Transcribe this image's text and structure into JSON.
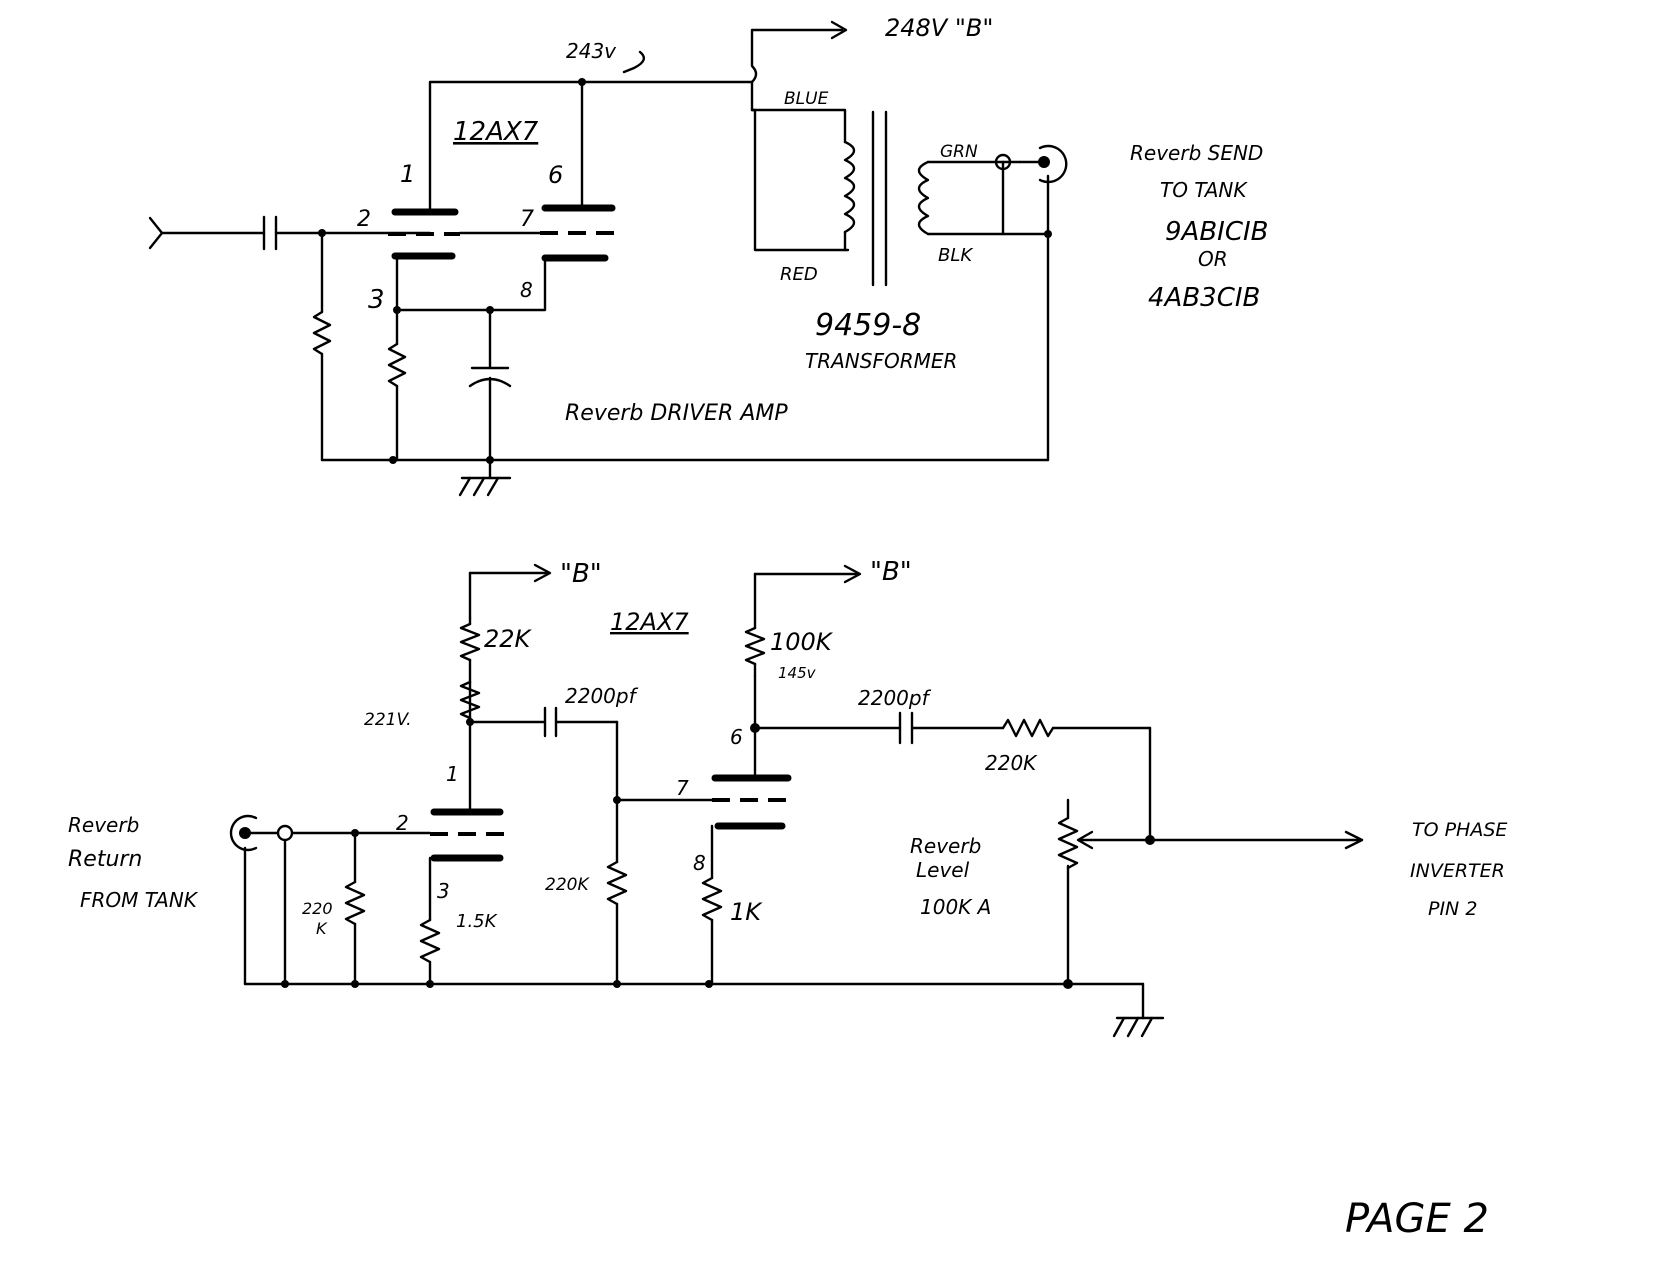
{
  "page_label": "PAGE 2",
  "top_circuit": {
    "caption": "Reverb DRIVER AMP",
    "tube": "12AX7",
    "supply_label": "248V \"B\"",
    "plate_voltage": "243v",
    "pins": [
      "1",
      "2",
      "3",
      "6",
      "7",
      "8"
    ],
    "transformer": {
      "part": "9459-8",
      "label": "TRANSFORMER",
      "primary_wires": [
        "BLUE",
        "RED"
      ],
      "secondary_wires": [
        "GRN",
        "BLK"
      ]
    },
    "send_note": {
      "line1": "Reverb SEND",
      "line2": "TO TANK",
      "tank_a": "9ABICIB",
      "or": "OR",
      "tank_b": "4AB3CIB"
    }
  },
  "bottom_circuit": {
    "tube": "12AX7",
    "supply_label": "\"B\"",
    "input_label": [
      "Reverb",
      "Return",
      "FROM TANK"
    ],
    "output_label": [
      "TO PHASE",
      "INVERTER",
      "PIN 2"
    ],
    "pot": {
      "line1": "Reverb",
      "line2": "Level",
      "value": "100K A"
    },
    "values": {
      "r_plate1": "22K",
      "v_plate1": "221V.",
      "c_coupling1": "2200pf",
      "r_grid_in": [
        "220",
        "K"
      ],
      "r_cathode1": "1.5K",
      "r_grid2": "220K",
      "r_plate2": "100K",
      "v_plate2": "145v",
      "r_cathode2": "1K",
      "c_coupling2": "2200pf",
      "r_series": "220K"
    },
    "pins": [
      "1",
      "2",
      "3",
      "6",
      "7",
      "8"
    ]
  }
}
